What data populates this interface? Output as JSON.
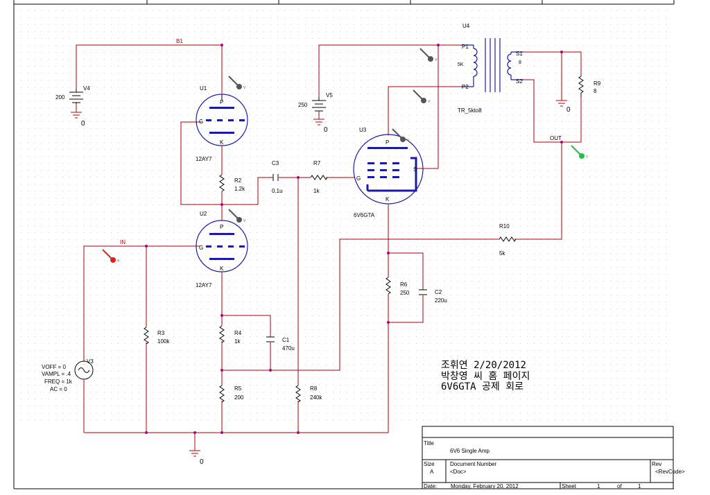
{
  "components": {
    "u1": {
      "ref": "U1",
      "part": "12AY7",
      "pin_p": "P",
      "pin_k": "K"
    },
    "u2": {
      "ref": "U2",
      "part": "12AY7",
      "pin_p": "P",
      "pin_k": "K"
    },
    "u3": {
      "ref": "U3",
      "part": "6V6GTA",
      "pin_p": "P",
      "pin_k": "K",
      "pin_g": "G"
    },
    "u4": {
      "ref": "U4",
      "part": "TR_5kto8",
      "p1": "P1",
      "p2": "P2",
      "s1": "S1",
      "s2": "S2",
      "prim": "5K",
      "sec": "8"
    },
    "v4": {
      "ref": "V4",
      "value": "200"
    },
    "v5": {
      "ref": "V5",
      "value": "250"
    },
    "v3": {
      "ref": "V3",
      "params": [
        "VOFF = 0",
        "VAMPL = .4",
        "FREQ = 1k",
        "AC = 0"
      ]
    },
    "r2": {
      "ref": "R2",
      "value": "1.2k"
    },
    "r3": {
      "ref": "R3",
      "value": "100k"
    },
    "r4": {
      "ref": "R4",
      "value": "1k"
    },
    "r5": {
      "ref": "R5",
      "value": "200"
    },
    "r6": {
      "ref": "R6",
      "value": "250"
    },
    "r7": {
      "ref": "R7",
      "value": "1k"
    },
    "r8": {
      "ref": "R8",
      "value": "240k"
    },
    "r9": {
      "ref": "R9",
      "value": "8"
    },
    "r10": {
      "ref": "R10",
      "value": "5k"
    },
    "c1": {
      "ref": "C1",
      "value": "470u"
    },
    "c2": {
      "ref": "C2",
      "value": "220u"
    },
    "c3": {
      "ref": "C3",
      "value": "0.1u"
    }
  },
  "nets": {
    "b1": "B1",
    "in": "IN",
    "out": "OUT",
    "ground": "0",
    "probe": "V"
  },
  "note_lines": [
    "조휘연 2/20/2012",
    "박창영 씨 홈 페이지",
    "6V6GTA 공제 회로"
  ],
  "title_block": {
    "title_label": "Title",
    "title": "6V6 Single Amp",
    "size_label": "Size",
    "size": "A",
    "docnum_label": "Document Number",
    "docnum": "<Doc>",
    "rev_label": "Rev",
    "rev": "<RevCode>",
    "date_label": "Date:",
    "date": "Monday, February 20, 2012",
    "sheet_label": "Sheet",
    "sheet": "1",
    "of_label": "of",
    "sheets": "1"
  },
  "colors": {
    "wire": "#b00000",
    "tube": "#1a1aa8",
    "probe_red": "#e02020",
    "probe_gray": "#555555",
    "probe_green": "#20c040",
    "junction": "#b0007a"
  }
}
